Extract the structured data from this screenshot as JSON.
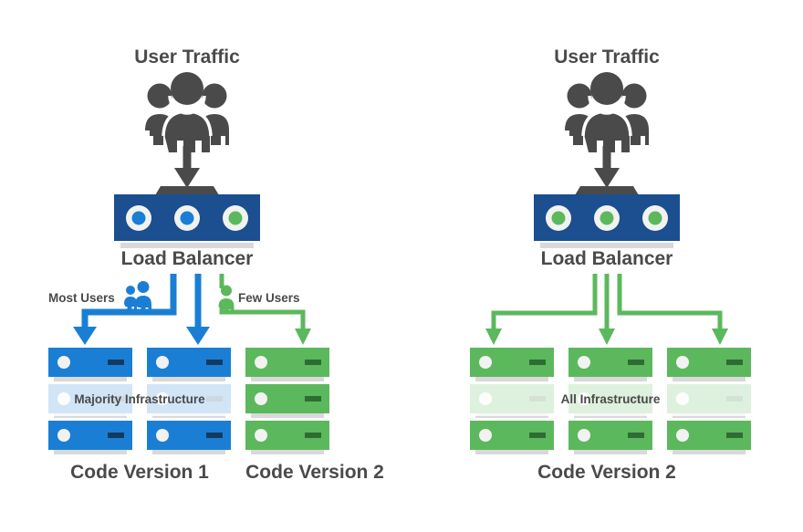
{
  "diagram": {
    "type": "blue-green-deployment",
    "title": "",
    "colors": {
      "blue_accent": "#1a7fd4",
      "blue_dark": "#1b4f8f",
      "green_accent": "#5cb85c",
      "gray_text": "#4a4a4a",
      "gray_icon": "#4a4a4a",
      "shadow": "#d9d9d9",
      "background": "#ffffff"
    },
    "panels": [
      {
        "id": "left-panel",
        "user_traffic_label": "User Traffic",
        "load_balancer_label": "Load Balancer",
        "load_balancer_lights": [
          "blue",
          "blue",
          "green"
        ],
        "flow_labels": [
          {
            "id": "most-users",
            "text": "Most Users",
            "color": "blue",
            "icon": "two-people-icon"
          },
          {
            "id": "few-users",
            "text": "Few Users",
            "color": "green",
            "icon": "one-person-icon"
          }
        ],
        "infrastructure_band_label": "Majority Infrastructure",
        "server_columns": [
          {
            "id": "left-col-1",
            "color": "blue",
            "units": 3,
            "version_label": "Code Version 1"
          },
          {
            "id": "left-col-2",
            "color": "blue",
            "units": 3,
            "version_label": "Code Version 1"
          },
          {
            "id": "left-col-3",
            "color": "green",
            "units": 3,
            "version_label": "Code Version 2"
          }
        ],
        "version_labels": [
          "Code Version 1",
          "Code Version 2"
        ]
      },
      {
        "id": "right-panel",
        "user_traffic_label": "User Traffic",
        "load_balancer_label": "Load Balancer",
        "load_balancer_lights": [
          "green",
          "green",
          "green"
        ],
        "flow_labels": [],
        "infrastructure_band_label": "All Infrastructure",
        "server_columns": [
          {
            "id": "right-col-1",
            "color": "green",
            "units": 3,
            "version_label": "Code Version 2"
          },
          {
            "id": "right-col-2",
            "color": "green",
            "units": 3,
            "version_label": "Code Version 2"
          },
          {
            "id": "right-col-3",
            "color": "green",
            "units": 3,
            "version_label": "Code Version 2"
          }
        ],
        "version_labels": [
          "Code Version 2"
        ]
      }
    ]
  }
}
